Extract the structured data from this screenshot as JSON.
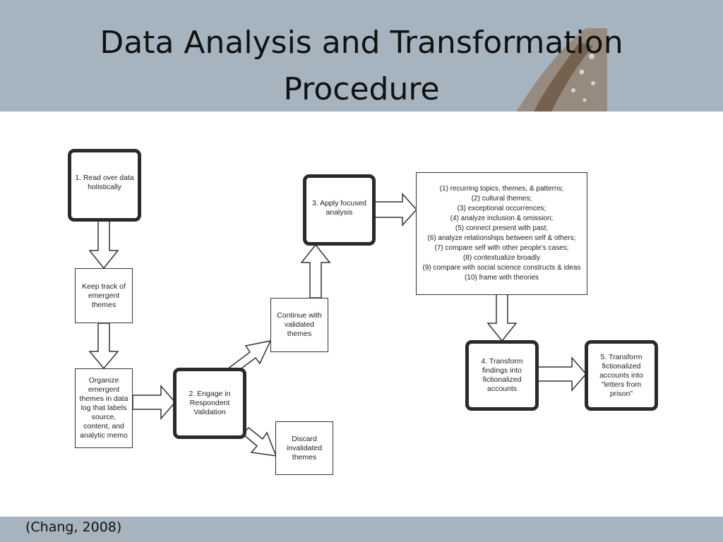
{
  "slide": {
    "title": "Data Analysis and Transformation\nProcedure",
    "citation": "(Chang, 2008)"
  },
  "diagram": {
    "read_over": "1. Read over data holistically",
    "keep_track": "Keep track of emergent themes",
    "organize": "Organize emergent themes in data log that labels source, content, and analytic memo",
    "engage": "2. Engage in Respondent Validation",
    "continue": "Continue with validated themes",
    "discard": "Discard invalidated themes",
    "apply": "3. Apply focused analysis",
    "focus_list": "(1) recurring topics, themes, & patterns;\n(2) cultural themes;\n(3) exceptional occurrences;\n(4) analyze inclusion & omission;\n(5) connect present with past;\n(6) analyze relationships between self & others;\n(7) compare self with other people’s cases;\n(8) contextualize broadly\n(9) compare with social science constructs & ideas\n(10) frame with theories",
    "transform_findings": "4. Transform findings into fictionalized accounts",
    "transform_accounts": "5. Transform fictionalized accounts into \"letters from prison\""
  },
  "colors": {
    "header_band": "#a6b4bf",
    "box_border": "#2a2a2a"
  }
}
